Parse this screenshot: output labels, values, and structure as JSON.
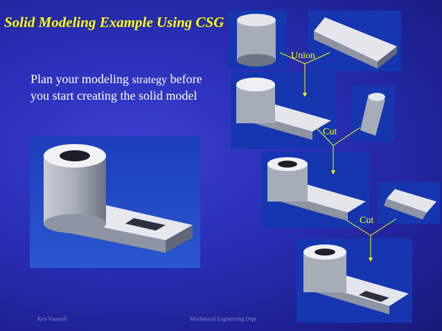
{
  "slide": {
    "title": "Solid Modeling Example Using CSG",
    "body_main": "Plan your modeling",
    "body_small": "strategy",
    "body_rest": "before you start creating the solid model",
    "labels": {
      "union": "Union",
      "cut1": "Cut",
      "cut2": "Cut"
    },
    "footer": {
      "left": "Ken Youssefi",
      "center": "Mechanical Engineering Dept"
    }
  },
  "colors": {
    "accent": "#ffff00",
    "text": "#ffffff",
    "panel_bg": "#1636b0"
  }
}
